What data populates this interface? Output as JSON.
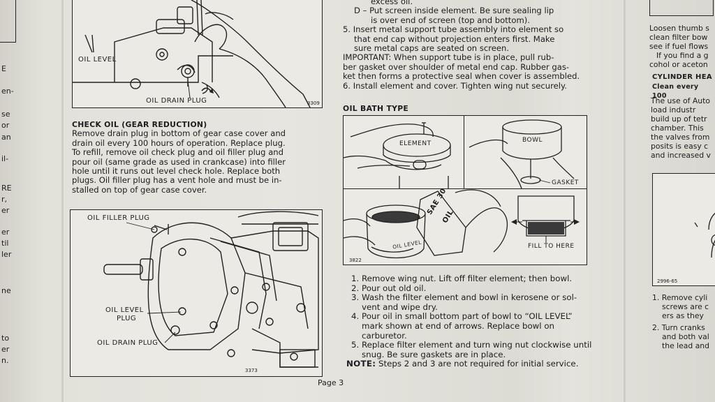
{
  "left_strip": {
    "fragments": [
      "E",
      "en-",
      "se",
      "or",
      "an",
      "il-",
      "RE",
      "r,",
      "er",
      "er",
      "til",
      "ler",
      "ne",
      "to",
      "er",
      "n."
    ]
  },
  "fig_top_left": {
    "label_oil_level": "OIL LEVEL",
    "label_oil_drain_plug": "OIL DRAIN PLUG",
    "fig_number": "3309"
  },
  "check_oil": {
    "heading": "CHECK OIL (GEAR REDUCTION)",
    "lines": [
      "Remove drain plug in bottom of gear case cover and",
      "drain oil every 100 hours of operation.  Replace plug.",
      "To refill, remove oil check plug and oil filler plug and",
      "pour oil (same grade as used in crankcase) into filler",
      "hole until it runs out level check hole.  Replace both",
      "plugs.  Oil filler plug has a vent hole and must be in-",
      "stalled on top of gear case cover."
    ]
  },
  "fig_gear_case": {
    "label_oil_filler_plug": "OIL FILLER PLUG",
    "label_oil_level_plug_1": "OIL LEVEL",
    "label_oil_level_plug_2": "PLUG",
    "label_oil_drain_plug": "OIL DRAIN PLUG",
    "fig_number": "3373"
  },
  "page_number": "Page 3",
  "middle_top": {
    "lines": [
      "excess oil.",
      "D – Put screen inside element.  Be sure sealing lip",
      "is over end of screen (top and bottom).",
      "5. Insert metal support tube assembly into element so",
      "that end cap without projection enters first.  Make",
      "sure metal caps are seated on screen.",
      "IMPORTANT: When support tube is in place, pull rub-",
      "ber gasket over shoulder of metal end cap. Rubber gas-",
      "ket then forms a protective seal when cover is assembled.",
      "6. Install element and cover. Tighten wing nut securely."
    ]
  },
  "oil_bath": {
    "heading": "OIL BATH TYPE",
    "label_element": "ELEMENT",
    "label_bowl": "BOWL",
    "label_gasket": "GASKET",
    "label_sae_30": "SAE 30",
    "label_oil": "OIL",
    "label_oil_level": "OIL LEVEL",
    "label_fill_to_here": "FILL TO HERE",
    "fig_number": "3822"
  },
  "oil_bath_steps": [
    "Remove wing nut.  Lift off filter element; then bowl.",
    "Pour out old oil.",
    "Wash the filter element and bowl in kerosene or sol- vent and wipe dry.",
    "Pour oil in small bottom part of bowl to “OIL LEVEL” mark shown at end of arrows.  Replace bowl on carburetor.",
    "Replace filter element and turn wing nut clockwise until snug.  Be sure gaskets are in place."
  ],
  "note": {
    "label": "NOTE:",
    "text": "Steps 2 and 3 are not required for initial service."
  },
  "right_col": {
    "lines_top": [
      "Loosen thumb s",
      "clean filter bow",
      "see if fuel flows",
      "If you find a g",
      "cohol or aceton"
    ],
    "cyl_heading": "CYLINDER HEA",
    "cyl_sub": "Clean every 100",
    "lines_mid": [
      "The use of Auto",
      "load industr",
      "build up of tetr",
      "chamber. This",
      "the valves from",
      "posits is easy c",
      "and increased v"
    ],
    "fig_number": "2996-65",
    "steps": [
      "1. Remove cyli",
      "screws are c",
      "ers as they",
      "2. Turn cranks",
      "and both val",
      "the lead and"
    ]
  },
  "colors": {
    "paper": "#e6e5df",
    "ink": "#1d1d1f"
  }
}
